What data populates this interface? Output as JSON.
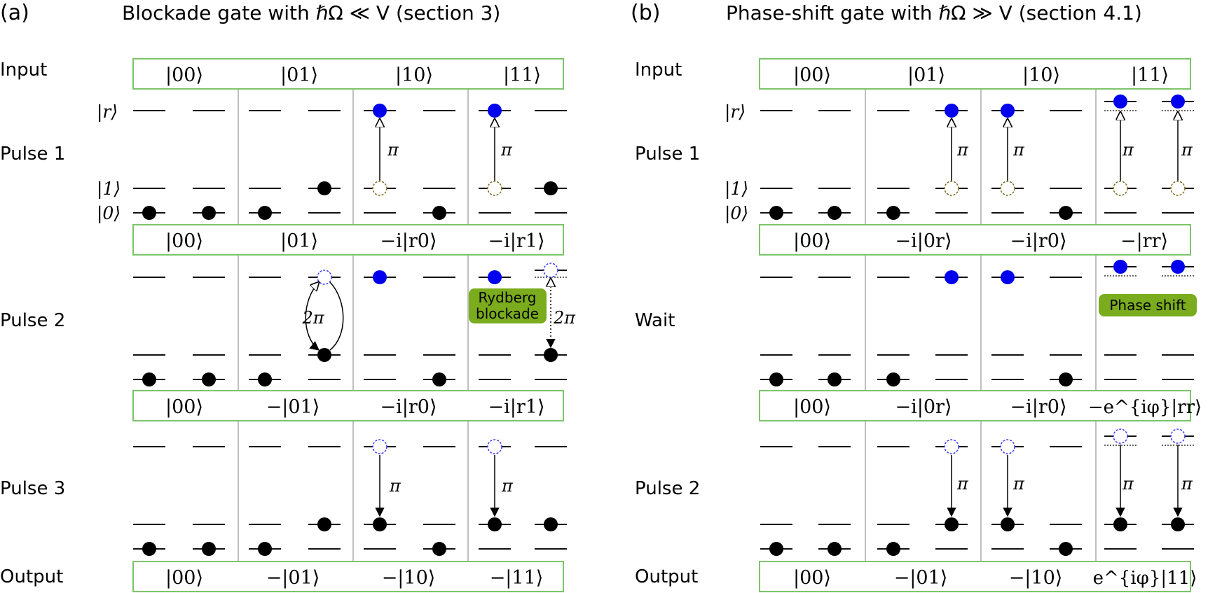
{
  "colors": {
    "box_stroke": "#7cc46a",
    "divider": "#c0c0c0",
    "level_line": "#111111",
    "ground_atom": "#000000",
    "rydberg_atom": "#0000ee",
    "empty_ground_outline": "#7a6a1a",
    "empty_rydberg_outline": "#3b3bff",
    "badge_fill": "#7aac1e",
    "badge_text": "#000000"
  },
  "panels": [
    {
      "label": "(a)",
      "title": "Blockade gate with ℏΩ ≪ V (section 3)",
      "row_labels": {
        "input": "Input",
        "pulse_a": "Pulse 1",
        "pulse_b": "Pulse 2",
        "pulse_c": "Pulse 3",
        "output": "Output"
      },
      "level_labels": {
        "r": "|r⟩",
        "one": "|1⟩",
        "zero": "|0⟩"
      },
      "input_states": [
        "|00⟩",
        "|01⟩",
        "|10⟩",
        "|11⟩"
      ],
      "after_pulse_a": [
        "|00⟩",
        "|01⟩",
        "−i|r0⟩",
        "−i|r1⟩"
      ],
      "after_pulse_b": [
        "|00⟩",
        "−|01⟩",
        "−i|r0⟩",
        "−i|r1⟩"
      ],
      "output_states": [
        "|00⟩",
        "−|01⟩",
        "−|10⟩",
        "−|11⟩"
      ],
      "arrow_labels": {
        "pi": "π",
        "two_pi": "2π"
      },
      "badge": "Rydberg blockade",
      "badge_lines": [
        "Rydberg",
        "blockade"
      ]
    },
    {
      "label": "(b)",
      "title": "Phase-shift gate with ℏΩ ≫ V (section 4.1)",
      "row_labels": {
        "input": "Input",
        "pulse_a": "Pulse 1",
        "pulse_b": "Wait",
        "pulse_c": "Pulse 2",
        "output": "Output"
      },
      "level_labels": {
        "r": "|r⟩",
        "one": "|1⟩",
        "zero": "|0⟩"
      },
      "input_states": [
        "|00⟩",
        "|01⟩",
        "|10⟩",
        "|11⟩"
      ],
      "after_pulse_a": [
        "|00⟩",
        "−i|0r⟩",
        "−i|r0⟩",
        "−|rr⟩"
      ],
      "after_pulse_b": [
        "|00⟩",
        "−i|0r⟩",
        "−i|r0⟩",
        "−e^{iφ}|rr⟩"
      ],
      "output_states": [
        "|00⟩",
        "−|01⟩",
        "−|10⟩",
        "e^{iφ}|11⟩"
      ],
      "arrow_labels": {
        "pi": "π"
      },
      "badge": "Phase shift"
    }
  ]
}
